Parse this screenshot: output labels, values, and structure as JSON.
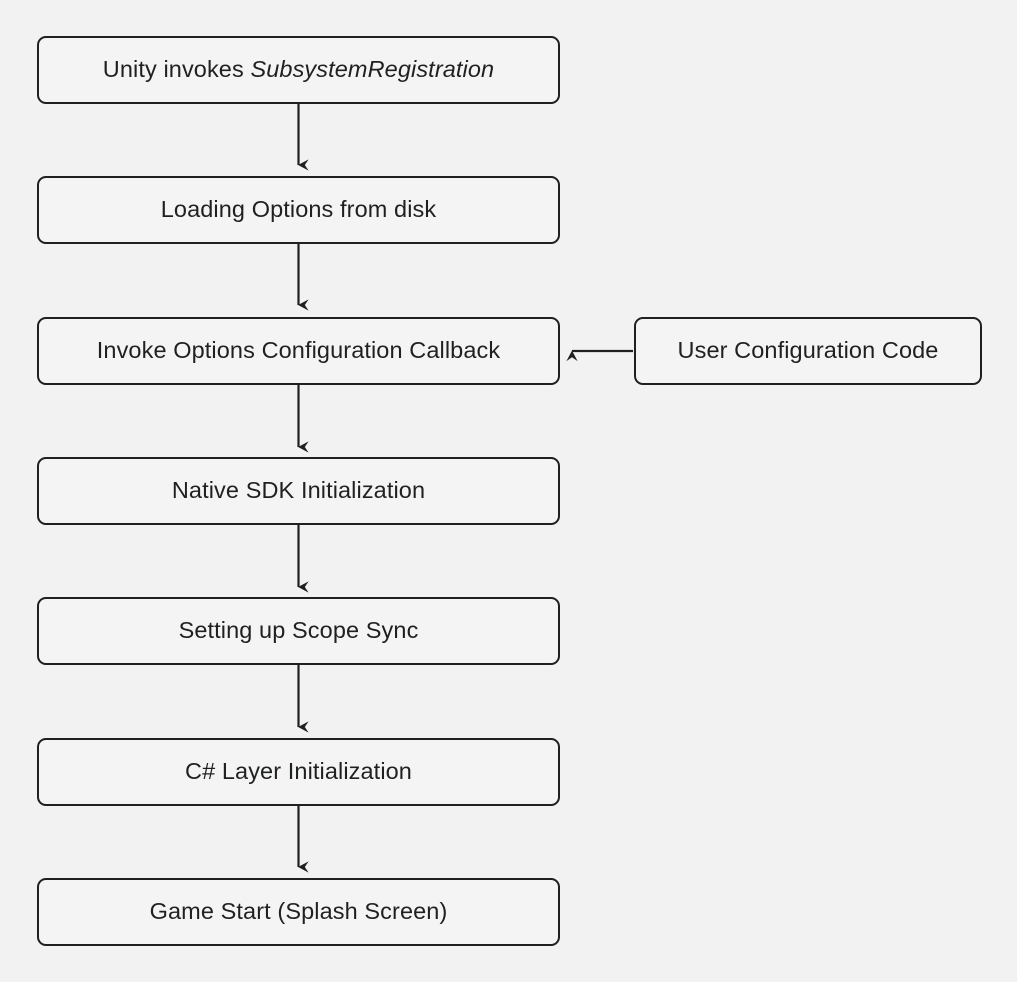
{
  "diagram": {
    "type": "flowchart",
    "direction": "top-to-bottom",
    "background_color": "#f2f2f2",
    "node_fill_color": "#f4f4f4",
    "node_border_color": "#1f2020",
    "edge_color": "#1f2020",
    "text_color": "#1f2020",
    "nodes": [
      {
        "id": "subsystem-registration",
        "label": "Unity invokes SubsystemRegistration",
        "label_parts": [
          {
            "text": "Unity invokes ",
            "style": "normal"
          },
          {
            "text": "SubsystemRegistration",
            "style": "italic"
          }
        ],
        "shape": "rounded-rectangle",
        "column": "main"
      },
      {
        "id": "loading-options",
        "label": "Loading Options from disk",
        "shape": "rounded-rectangle",
        "column": "main"
      },
      {
        "id": "invoke-options-callback",
        "label": "Invoke Options Configuration Callback",
        "shape": "rounded-rectangle",
        "column": "main"
      },
      {
        "id": "native-sdk-init",
        "label": "Native SDK Initialization",
        "shape": "rounded-rectangle",
        "column": "main"
      },
      {
        "id": "scope-sync",
        "label": "Setting up Scope Sync",
        "shape": "rounded-rectangle",
        "column": "main"
      },
      {
        "id": "csharp-layer-init",
        "label": "C# Layer Initialization",
        "shape": "rounded-rectangle",
        "column": "main"
      },
      {
        "id": "game-start",
        "label": "Game Start (Splash Screen)",
        "shape": "rounded-rectangle",
        "column": "main"
      },
      {
        "id": "user-configuration-code",
        "label": "User Configuration Code",
        "shape": "rounded-rectangle",
        "column": "side"
      }
    ],
    "edges": [
      {
        "id": "edge-1",
        "from": "subsystem-registration",
        "to": "loading-options",
        "direction": "down",
        "arrowhead": "filled-v"
      },
      {
        "id": "edge-2",
        "from": "loading-options",
        "to": "invoke-options-callback",
        "direction": "down",
        "arrowhead": "filled-v"
      },
      {
        "id": "edge-3",
        "from": "invoke-options-callback",
        "to": "native-sdk-init",
        "direction": "down",
        "arrowhead": "filled-v"
      },
      {
        "id": "edge-4",
        "from": "native-sdk-init",
        "to": "scope-sync",
        "direction": "down",
        "arrowhead": "filled-v"
      },
      {
        "id": "edge-5",
        "from": "scope-sync",
        "to": "csharp-layer-init",
        "direction": "down",
        "arrowhead": "filled-v"
      },
      {
        "id": "edge-6",
        "from": "csharp-layer-init",
        "to": "game-start",
        "direction": "down",
        "arrowhead": "filled-v"
      },
      {
        "id": "edge-7",
        "from": "user-configuration-code",
        "to": "invoke-options-callback",
        "direction": "left",
        "arrowhead": "filled-v"
      }
    ]
  }
}
